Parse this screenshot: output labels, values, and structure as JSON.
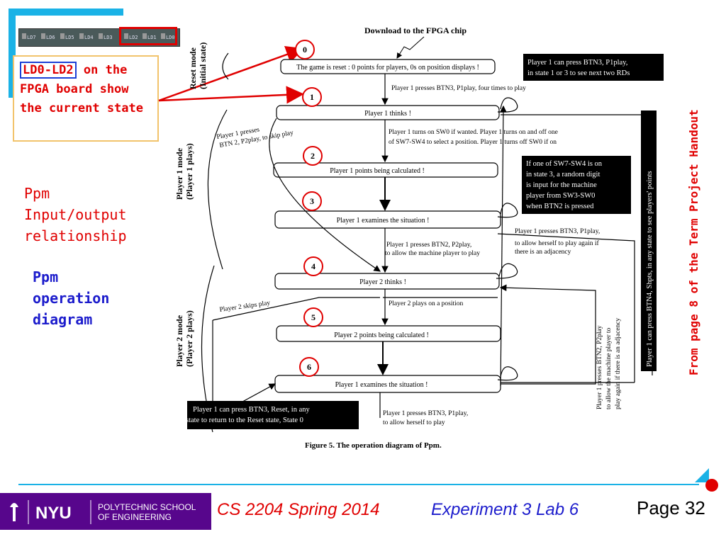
{
  "callout": {
    "highlight": "LD0-LD2",
    "rest": " on the FPGA board show the current state"
  },
  "led_labels": [
    "LD7",
    "LD6",
    "LD5",
    "LD4",
    "LD3",
    "LD2",
    "LD1",
    "LD0"
  ],
  "left": {
    "ppm_io": [
      "Ppm",
      "Input/output",
      "relationship"
    ],
    "ppm_op": [
      "Ppm",
      "operation",
      "diagram"
    ]
  },
  "right_vertical": "From page 8 of the Term Project Handout",
  "diagram": {
    "top_label": "Download to the FPGA chip",
    "mode_reset": [
      "Reset mode",
      "(Initial state)"
    ],
    "mode_p1": [
      "Player 1 mode",
      "(Player 1 plays)"
    ],
    "mode_p2": [
      "Player 2 mode",
      "(Player 2 plays)"
    ],
    "states": [
      {
        "num": "0",
        "text": "The game is reset : 0 points for players, 0s on position displays !"
      },
      {
        "num": "1",
        "text": "Player 1 thinks !"
      },
      {
        "num": "2",
        "text": "Player 1 points being calculated !"
      },
      {
        "num": "3",
        "text": "Player 1 examines the situation !"
      },
      {
        "num": "4",
        "text": "Player 2 thinks !"
      },
      {
        "num": "5",
        "text": "Player 2 points being calculated !"
      },
      {
        "num": "6",
        "text": "Player 1 examines the situation !"
      }
    ],
    "t01": "Player 1 presses BTN3, P1play, four times to play",
    "t12a": "Player 1 turns on SW0 if wanted.  Player 1 turns on and off one",
    "t12b": "of SW7-SW4 to select a position.  Player 1 turns off SW0 if on",
    "t_skip1a": "Player 1 presses",
    "t_skip1b": "BTN 2, P2play, to skip play",
    "t34a": "Player 1 presses BTN2, P2play,",
    "t34b": "to allow the machine player to play",
    "t3loop_a": "Player 1 presses BTN3, P1play,",
    "t3loop_b": "to allow herself to play again if",
    "t3loop_c": "there is an adjacency",
    "t45": "Player 2 plays on a position",
    "t_skip2": "Player 2 skips play",
    "t61a": "Player 1 presses BTN3, P1play,",
    "t61b": "to allow herself to play",
    "t6loop": [
      "Player 1 presses BTN2, P2play",
      "to allow the machine player to",
      "play again if there is an adjacency"
    ],
    "box_top": [
      "Player 1 can press BTN3, P1play,",
      "in state 1 or 3 to see next two RDs"
    ],
    "box_mid": [
      "If one of SW7-SW4 is on",
      "in state 3, a random digit",
      "is input for the machine",
      "player from SW3-SW0",
      "when BTN2 is pressed"
    ],
    "box_bottom": [
      "Player 1 can press BTN3, Reset, in any",
      "state to return to the Reset state, State 0"
    ],
    "box_vertical": "Player 1 can press BTN4, Shpts, in any state to see players' points",
    "caption": "Figure 5. The operation diagram of Ppm."
  },
  "footer": {
    "logo_text": "NYU",
    "school_line1": "POLYTECHNIC SCHOOL",
    "school_line2": "OF ENGINEERING",
    "course": "CS 2204 Spring 2014",
    "experiment": "Experiment 3 Lab 6",
    "page": "Page 32"
  },
  "colors": {
    "accent_cyan": "#1ab2e6",
    "red": "#e00000",
    "blue": "#1c1ccc",
    "nyu_purple": "#57068c"
  }
}
